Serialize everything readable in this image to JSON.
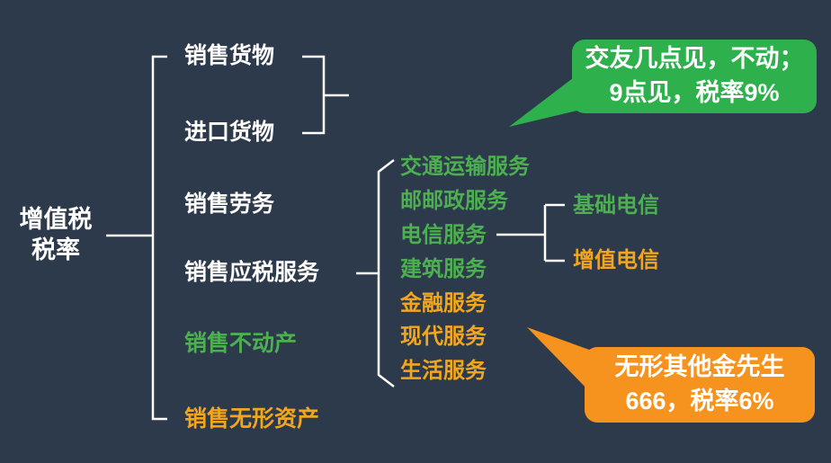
{
  "palette": {
    "background": "#2d3a4b",
    "white_text": "#ffffff",
    "green_text": "#4caf50",
    "orange_text": "#f2a61d",
    "green_bubble": "#2eb04d",
    "orange_bubble": "#f6921e",
    "line_color": "#ffffff"
  },
  "root": {
    "title_line1": "增值税",
    "title_line2": "税率"
  },
  "branches": {
    "items": [
      {
        "label": "销售货物",
        "color": "white"
      },
      {
        "label": "进口货物",
        "color": "white"
      },
      {
        "label": "销售劳务",
        "color": "white"
      },
      {
        "label": "销售应税服务",
        "color": "white"
      },
      {
        "label": "销售不动产",
        "color": "green"
      },
      {
        "label": "销售无形资产",
        "color": "orange"
      }
    ]
  },
  "services": {
    "items": [
      {
        "label": "交通运输服务",
        "color": "green"
      },
      {
        "label": "邮邮政服务",
        "color": "green"
      },
      {
        "label": "电信服务",
        "color": "green"
      },
      {
        "label": "建筑服务",
        "color": "green"
      },
      {
        "label": "金融服务",
        "color": "orange"
      },
      {
        "label": "现代服务",
        "color": "orange"
      },
      {
        "label": "生活服务",
        "color": "orange"
      }
    ]
  },
  "telecom": {
    "items": [
      {
        "label": "基础电信",
        "color": "green"
      },
      {
        "label": "增值电信",
        "color": "orange"
      }
    ]
  },
  "callouts": {
    "rate9": {
      "line1": "交友几点见，不动；",
      "line2": "9点见，税率9%"
    },
    "rate6": {
      "line1": "无形其他金先生",
      "line2": "666，税率6%"
    }
  }
}
